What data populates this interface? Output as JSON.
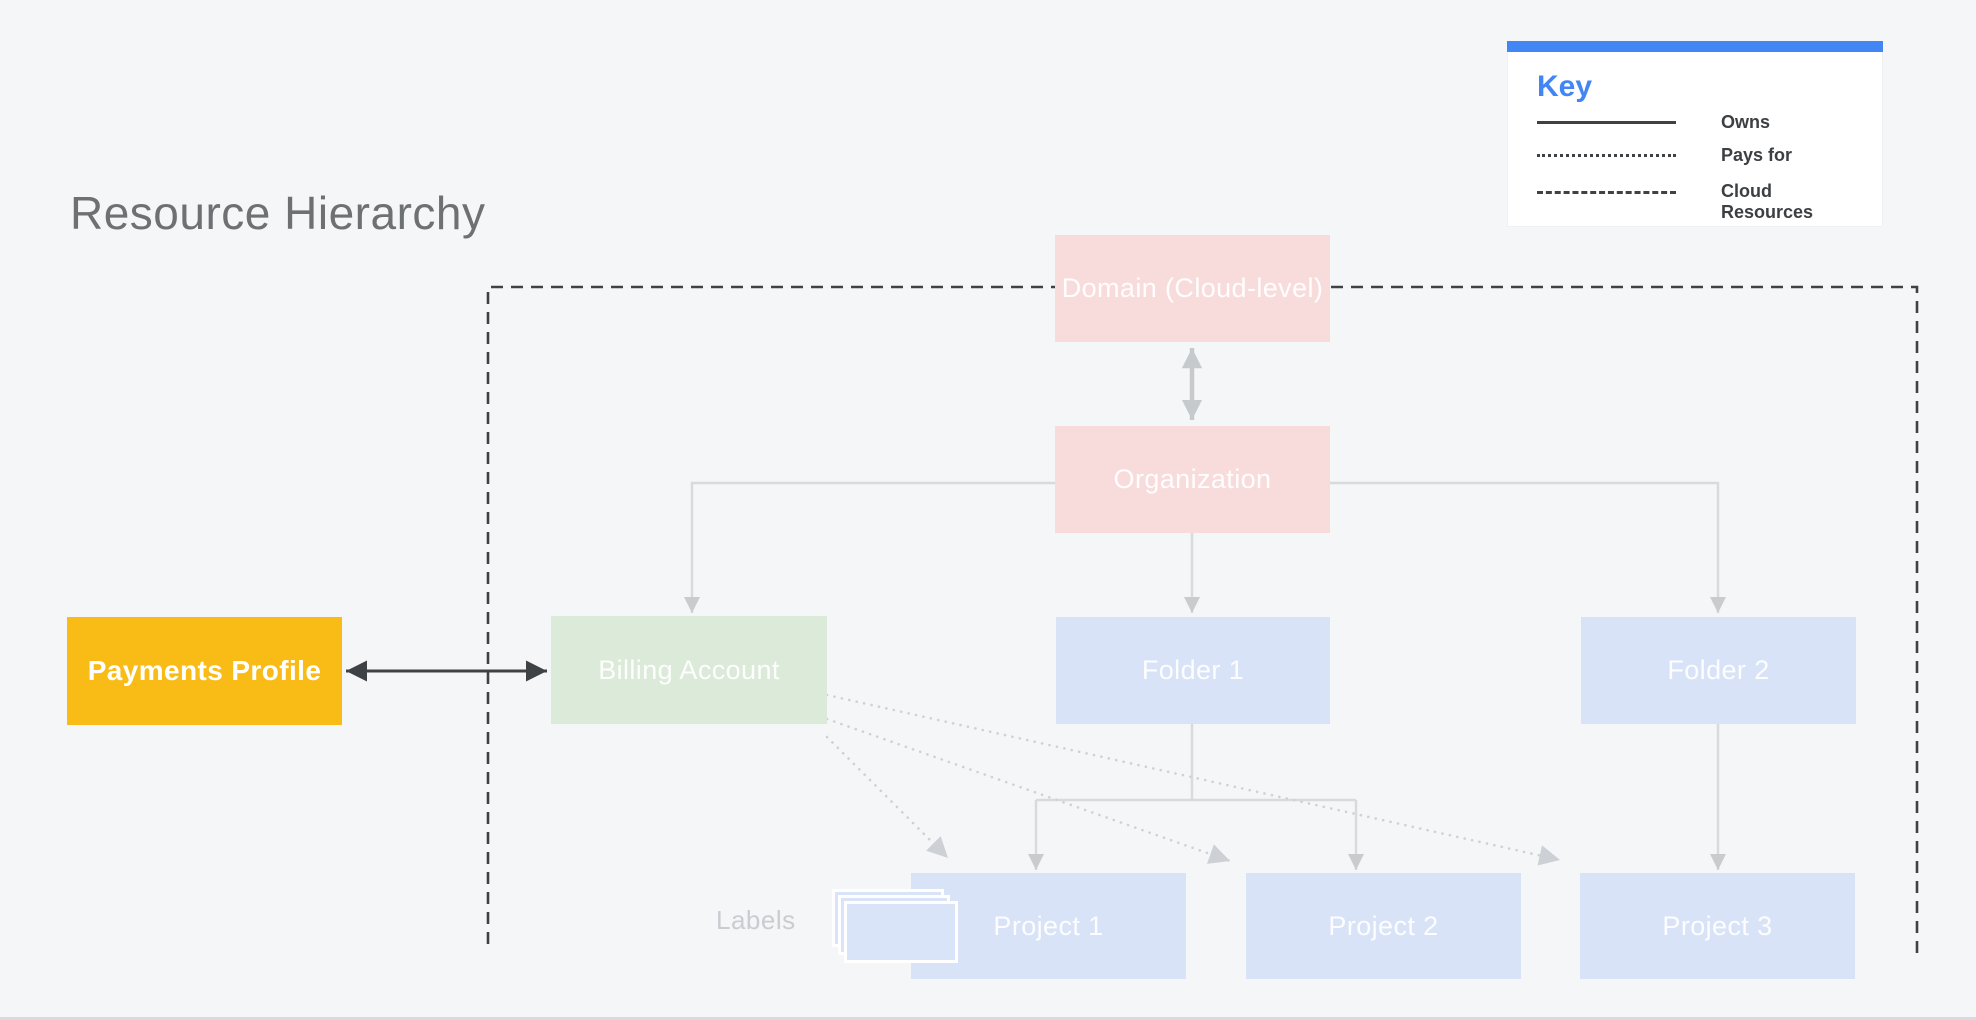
{
  "title": "Resource Hierarchy",
  "key": {
    "title": "Key",
    "items": [
      {
        "line_style": "solid",
        "label": "Owns"
      },
      {
        "line_style": "dotted",
        "label": "Pays for"
      },
      {
        "line_style": "dashed",
        "label": "Cloud Resources"
      }
    ]
  },
  "nodes": {
    "payments_profile": {
      "label": "Payments Profile",
      "color": "#f9bb15"
    },
    "billing_account": {
      "label": "Billing Account",
      "color": "#dcead9"
    },
    "domain": {
      "label": "Domain (Cloud-level)",
      "color": "#f8dcdb"
    },
    "organization": {
      "label": "Organization",
      "color": "#f8dcdb"
    },
    "folder_1": {
      "label": "Folder 1",
      "color": "#d8e3f8"
    },
    "folder_2": {
      "label": "Folder 2",
      "color": "#d8e3f8"
    },
    "project_1": {
      "label": "Project 1",
      "color": "#d8e3f8"
    },
    "project_2": {
      "label": "Project 2",
      "color": "#d8e3f8"
    },
    "project_3": {
      "label": "Project 3",
      "color": "#d8e3f8"
    }
  },
  "labels_caption": "Labels",
  "colors": {
    "background": "#f5f6f8",
    "key_accent_blue": "#4285f4",
    "dark_line": "#3f4245",
    "faded_tree_line": "#d9dadc",
    "faded_arrowhead": "#c9cbce",
    "dotted_pays_for_line": "#ced1d5",
    "title_text": "#6e7174",
    "labels_caption_text": "#c9ccd1",
    "node_text": "#ffffff"
  }
}
